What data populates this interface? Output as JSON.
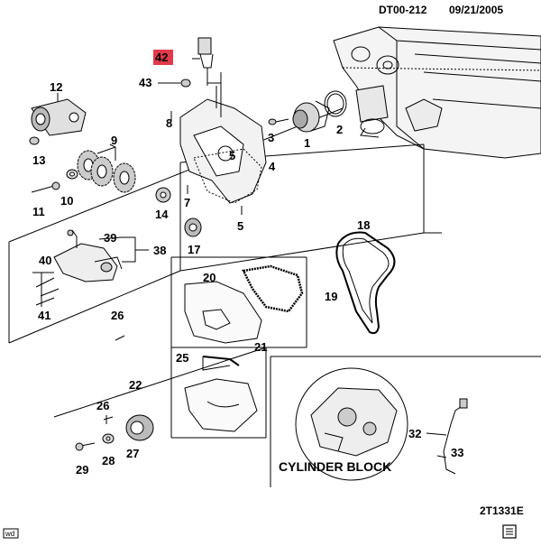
{
  "header": {
    "ref_code": "DT00-212",
    "date": "09/21/2005"
  },
  "footer": {
    "figure_code": "2T1331E",
    "badge": "wd"
  },
  "highlight_color": "#e23a4a",
  "caption": "CYLINDER BLOCK",
  "callouts": {
    "c1": "1",
    "c2": "2",
    "c3": "3",
    "c4": "4",
    "c5a": "5",
    "c5b": "5",
    "c7": "7",
    "c8": "8",
    "c9": "9",
    "c10": "10",
    "c11": "11",
    "c12": "12",
    "c13": "13",
    "c14": "14",
    "c17": "17",
    "c18": "18",
    "c19": "19",
    "c20": "20",
    "c21": "21",
    "c22": "22",
    "c25": "25",
    "c26a": "26",
    "c26b": "26",
    "c27": "27",
    "c28": "28",
    "c29": "29",
    "c32": "32",
    "c33": "33",
    "c38": "38",
    "c39": "39",
    "c40": "40",
    "c41": "41",
    "c42": "42",
    "c43": "43"
  }
}
